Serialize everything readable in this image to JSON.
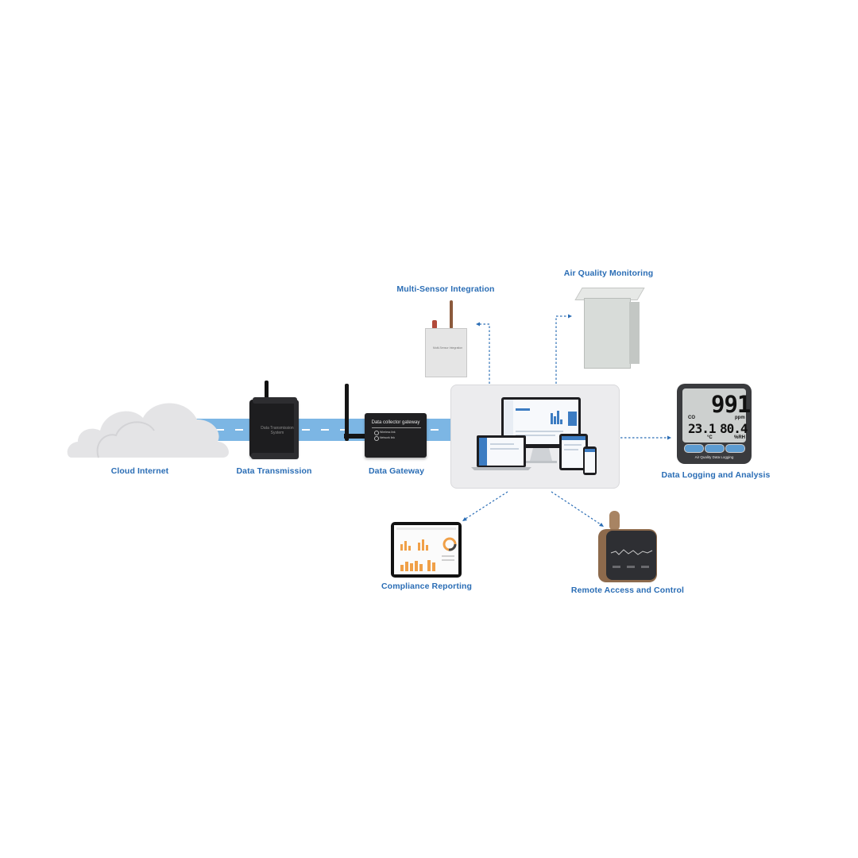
{
  "nodes": {
    "cloud": {
      "label": "Cloud Internet"
    },
    "transmission": {
      "label": "Data Transmission",
      "device_text": "Data Transmission System"
    },
    "gateway": {
      "label": "Data Gateway",
      "device_title": "Data collector gateway",
      "led_1": "Wireless link",
      "led_2": "Network link"
    },
    "multi_sensor": {
      "label": "Multi-Sensor Integration",
      "device_text": "Multi-Sensor Integration"
    },
    "air_quality": {
      "label": "Air Quality Monitoring"
    },
    "data_logging": {
      "label": "Data Logging and Analysis",
      "screen_big": "991",
      "screen_left": "23.1",
      "screen_right": "80.4",
      "unit_top": "ppm",
      "unit_co": "CO",
      "unit_c": "°C",
      "unit_rh": "%RH",
      "caption": "Air Quality Data Logging"
    },
    "compliance": {
      "label": "Compliance Reporting"
    },
    "remote": {
      "label": "Remote Access and Control"
    }
  },
  "colors": {
    "label": "#2a6db5",
    "band": "#7cb6e4",
    "arrow": "#2a6db5"
  },
  "icons": [
    "cloud-icon",
    "transmitter-device",
    "gateway-device",
    "responsive-dashboard-devices",
    "sensor-enclosure",
    "monitoring-cabinet",
    "lcd-meter",
    "tablet-report",
    "remote-display-device"
  ]
}
